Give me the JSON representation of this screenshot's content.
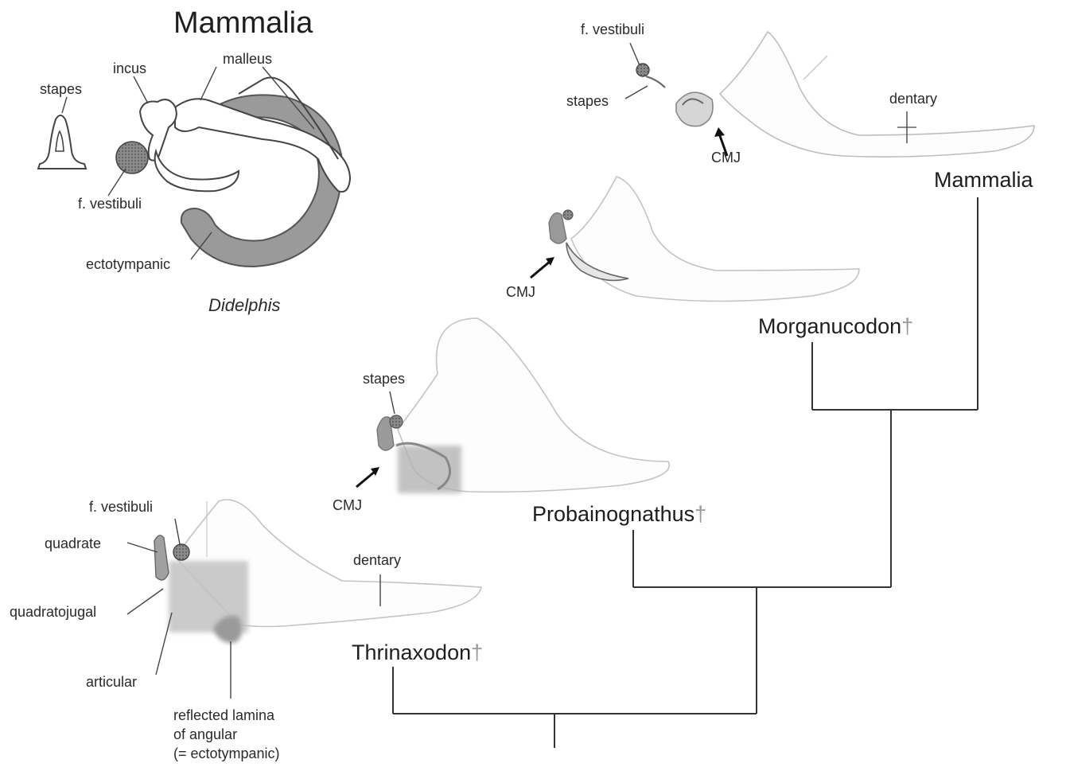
{
  "didelphis_panel": {
    "title": "Mammalia",
    "genus": "Didelphis",
    "labels": {
      "stapes": "stapes",
      "incus": "incus",
      "malleus": "malleus",
      "f_vestibuli": "f. vestibuli",
      "ectotympanic": "ectotympanic"
    }
  },
  "mammal_panel": {
    "labels": {
      "f_vestibuli": "f. vestibuli",
      "stapes": "stapes",
      "dentary": "dentary",
      "cmj": "CMJ"
    },
    "taxon": "Mammalia"
  },
  "morganucodon_panel": {
    "labels": {
      "cmj": "CMJ"
    },
    "taxon": "Morganucodon",
    "dagger": "†"
  },
  "probainognathus_panel": {
    "labels": {
      "stapes": "stapes",
      "cmj": "CMJ"
    },
    "taxon": "Probainognathus",
    "dagger": "†"
  },
  "thrinaxodon_panel": {
    "labels": {
      "f_vestibuli": "f. vestibuli",
      "quadrate": "quadrate",
      "quadratojugal": "quadratojugal",
      "articular": "articular",
      "dentary": "dentary",
      "reflected_lamina_line1": "reflected lamina",
      "reflected_lamina_line2": "of angular",
      "reflected_lamina_line3": "(= ectotympanic)"
    },
    "taxon": "Thrinaxodon",
    "dagger": "†"
  },
  "colors": {
    "bone_fill": "#9a9a9a",
    "bone_light": "#d4d4d4",
    "outline": "#555555",
    "tree": "#333333"
  }
}
